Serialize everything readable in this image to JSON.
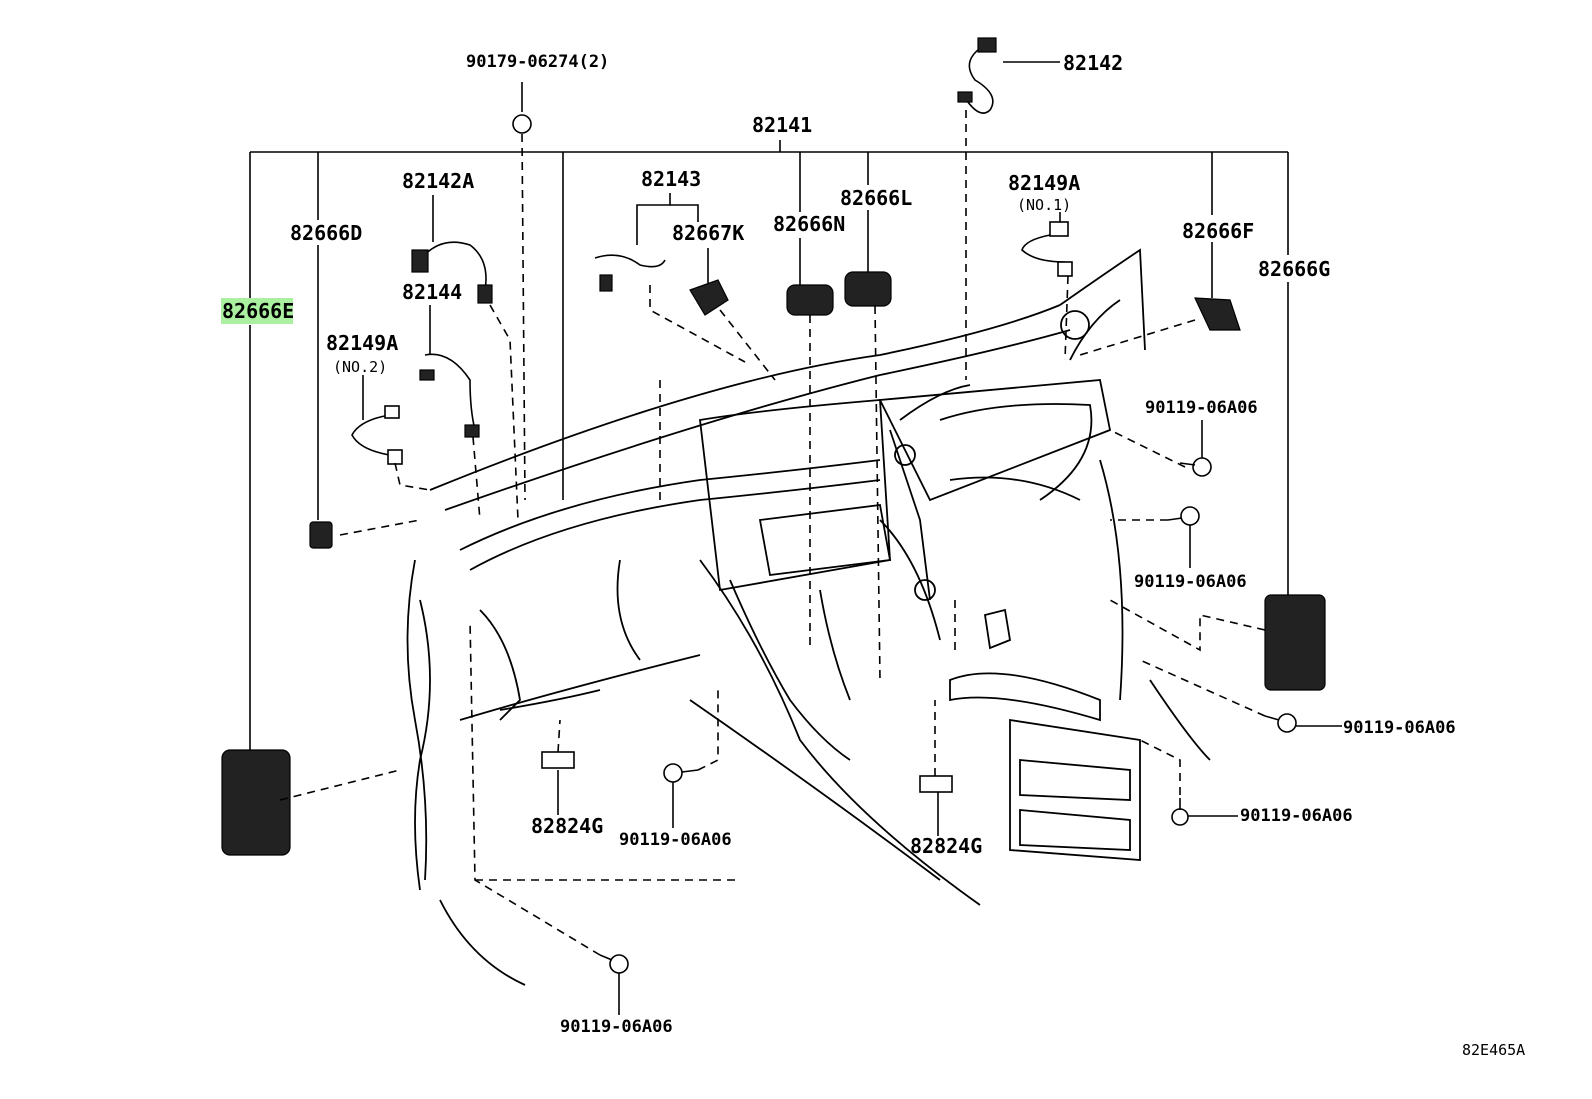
{
  "labels": {
    "clip_top": "90179-06274(2)",
    "wire_82142": "82142",
    "harness_main": "82141",
    "wire_82142a": "82142A",
    "holder_82666d": "82666D",
    "part_82666e": "82666E",
    "wire_82144": "82144",
    "wire_82149a_left": "82149A",
    "note_no2": "(NO.2)",
    "wire_82143": "82143",
    "holder_82667k": "82667K",
    "holder_82666n": "82666N",
    "holder_82666l": "82666L",
    "wire_82149a_right": "82149A",
    "note_no1": "(NO.1)",
    "holder_82666f": "82666F",
    "holder_82666g": "82666G",
    "bolt_right_upper": "90119-06A06",
    "bolt_right_mid": "90119-06A06",
    "bolt_right_lower": "90119-06A06",
    "bolt_right_bottom": "90119-06A06",
    "clamp_left": "82824G",
    "bolt_center": "90119-06A06",
    "clamp_right": "82824G",
    "bolt_bottom": "90119-06A06",
    "diagram_code": "82E465A"
  },
  "highlight_color": "#aaf0a0"
}
